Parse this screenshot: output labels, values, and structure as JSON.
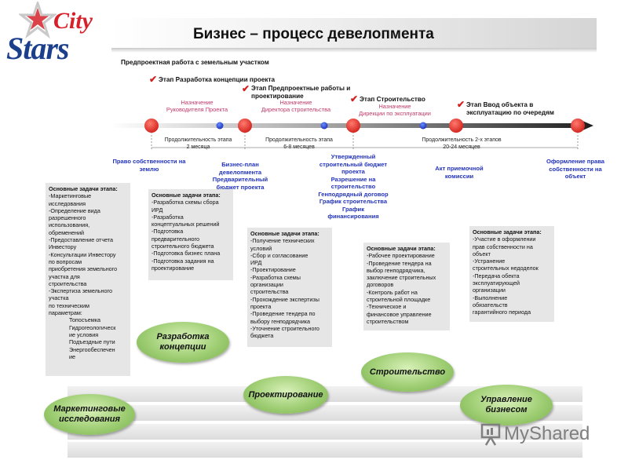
{
  "header": {
    "title": "Бизнес – процесс девелопмента",
    "logo_text_city": "City",
    "logo_text_stars": "Stars"
  },
  "timeline": {
    "preproject_label": "Предпроектная работа с земельным участком",
    "stages": [
      "Этап Разработка концепции проекта",
      "Этап Предпроектные работы и проектирование",
      "Этап Строительство",
      "Этап Ввод объекта в эксплуатацию по очередям"
    ],
    "appointments": [
      [
        "Назначение",
        "Руководителя Проекта"
      ],
      [
        "Назначение",
        "Директора строительства"
      ],
      [
        "Назначение",
        "Дирекции по эксплуатации"
      ]
    ],
    "durations": [
      [
        "Продолжительность этапа",
        "2 месяца"
      ],
      [
        "Продолжительность этапа",
        "6-8 месяцев"
      ],
      [
        "Продолжительность 2-х этапов",
        "20-24 месяцев"
      ]
    ],
    "milestones": [
      [
        "Право собственности на",
        "землю"
      ],
      [
        "Бизнес-план",
        "девелопмента",
        "Предварительный",
        "бюджет проекта"
      ],
      [
        "Утвержденный",
        "строительный бюджет",
        "проекта",
        "Разрешение на",
        "строительство",
        "Генподрядный договор",
        "График строительства",
        "График",
        "финансирования"
      ],
      [
        "Акт приемочной",
        "комиссии"
      ],
      [
        "Оформление права",
        "собственности на",
        "объект"
      ]
    ]
  },
  "tasks": [
    {
      "title": "Основные задачи этапа:",
      "lines": [
        "-Маркетинговые",
        "исследования",
        "-Определение вида",
        "разрешенного",
        "использования,",
        "обременений",
        "-Предоставление отчета",
        "Инвестору",
        "-Консультации Инвестору",
        "по вопросам",
        "приобретения земельного",
        "участка для",
        "строительства",
        "-Экспертиза земельного",
        "участка",
        "по техническим",
        "параметрам:"
      ],
      "sub": [
        "Топосъемка",
        "Гидрогеологическ",
        "ие условия",
        "Подъездные пути",
        "Энергообеспечен",
        "ие"
      ]
    },
    {
      "title": "Основные задачи этапа:",
      "lines": [
        "-Разработка схемы сбора",
        "ИРД",
        "-Разработка",
        "концептуальных решений",
        "-Подготовка",
        "предварительного",
        "строительного бюджета",
        "-Подготовка бизнес плана",
        "-Подготовка задания на",
        "проектирование"
      ]
    },
    {
      "title": "Основные задачи этапа:",
      "lines": [
        "-Получение технических",
        "условий",
        "-Сбор и согласование",
        "ИРД",
        "-Проектирование",
        "-Разработка схемы",
        "организации",
        "строительства",
        "-Прохождение экспертизы",
        "проекта",
        "-Проведение тендера по",
        "выбору генподрядчика",
        "-Уточнение строительного",
        "бюджета"
      ]
    },
    {
      "title": "Основные задачи этапа:",
      "lines": [
        "-Рабочее проектирование",
        "-Проведение тендера на",
        "выбор генподрядчика,",
        "заключение строительных",
        "договоров",
        "-Контроль работ на",
        "строительной площадке",
        "-Техническое и",
        "финансовое управление",
        "строительством"
      ]
    },
    {
      "title": "Основные задачи этапа:",
      "lines": [
        "-Участие в оформлении",
        "прав собственности на",
        "объект",
        "-Устранение",
        "строительных недоделок",
        "-Передача обекта",
        "эксплуатирующей",
        "организации",
        "-Выполнение",
        "обязательств",
        "гарантийного периода"
      ]
    }
  ],
  "phases": [
    [
      "Маркетинговые",
      "исследования"
    ],
    [
      "Разработка",
      "концепции"
    ],
    [
      "Проектирование"
    ],
    [
      "Строительство"
    ],
    [
      "Управление",
      "бизнесом"
    ]
  ],
  "watermark": "MyShared",
  "colors": {
    "node_red": "#e8302a",
    "node_blue": "#1a3fd0",
    "milestone_blue": "#2233bb",
    "appointment_pink": "#c0396a",
    "phase_green": "#9fce74",
    "check_red": "#d0201f"
  }
}
